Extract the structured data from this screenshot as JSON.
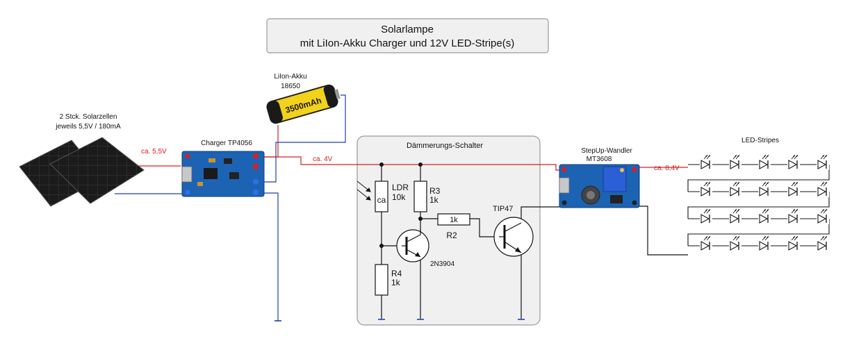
{
  "title": {
    "line1": "Solarlampe",
    "line2": "mit LiIon-Akku Charger und 12V LED-Stripe(s)"
  },
  "solar_panels": {
    "label_line1": "2 Stck. Solarzellen",
    "label_line2": "jeweils 5,5V / 180mA"
  },
  "battery": {
    "label_line1": "LiIon-Akku",
    "label_line2": "18650",
    "print": "3500mAh"
  },
  "charger": {
    "label": "Charger TP4056"
  },
  "dusk_switch": {
    "label": "Dämmerungs-Schalter",
    "ldr_name": "LDR",
    "ldr_value": "10k",
    "ldr_text": "ca",
    "r3_name": "R3",
    "r3_value": "1k",
    "r2_value": "1k",
    "r2_name": "R2",
    "r4_name": "R4",
    "r4_value": "1k",
    "transistor_small": "2N3904",
    "transistor_power": "TIP47"
  },
  "stepup": {
    "label_line1": "StepUp-Wandler",
    "label_line2": "MT3608"
  },
  "led_stripes": {
    "label": "LED-Stripes",
    "rows": 4,
    "leds_per_row": 5
  },
  "voltages": {
    "solar": "ca. 5,5V",
    "battery": "ca. 4V",
    "output": "ca. 8,4V"
  },
  "colors": {
    "positive_wire": "#d42020",
    "negative_wire": "#1f3fb0",
    "signal_wire": "#111111",
    "pcb_blue": "#1d63b4",
    "battery_yellow": "#f2d21a",
    "box_fill": "#f0f0f0",
    "box_border": "#9a9a9a"
  }
}
